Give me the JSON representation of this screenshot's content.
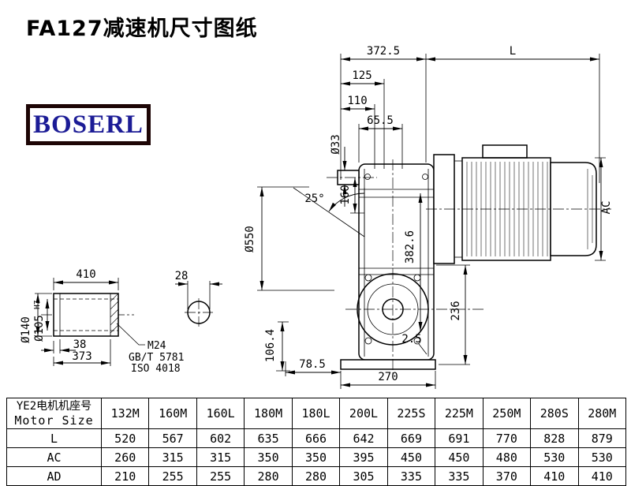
{
  "page": {
    "title": "FA127减速机尺寸图纸"
  },
  "logo": {
    "text": "BOSERL",
    "text_color": "#1c1c96",
    "border_color": "#1d0505"
  },
  "drawing": {
    "dims": {
      "total_width": "372.5",
      "motor_len": "L",
      "d125": "125",
      "d110": "110",
      "d65_5": "65.5",
      "shaft_dia": "Ø33",
      "d160": "160",
      "angle": "25°",
      "swing_dia": "Ø550",
      "d382_6": "382.6",
      "ac": "AC",
      "d236": "236",
      "d2_5": "2.5",
      "d78_5": "78.5",
      "d270": "270",
      "d106_4": "106.4",
      "d410": "410",
      "d28": "28",
      "outer_dia": "Ø140",
      "bore_dia": "Ø105",
      "bore_fit": "H7",
      "d38": "38",
      "d373": "373",
      "thread": "M24",
      "std1": "GB/T 5781",
      "std2": "ISO 4018"
    }
  },
  "table": {
    "header_cn": "YE2电机机座号",
    "header_en": "Motor Size",
    "columns": [
      "132M",
      "160M",
      "160L",
      "180M",
      "180L",
      "200L",
      "225S",
      "225M",
      "250M",
      "280S",
      "280M"
    ],
    "rows": [
      {
        "label": "L",
        "values": [
          "520",
          "567",
          "602",
          "635",
          "666",
          "642",
          "669",
          "691",
          "770",
          "828",
          "879"
        ]
      },
      {
        "label": "AC",
        "values": [
          "260",
          "315",
          "315",
          "350",
          "350",
          "395",
          "450",
          "450",
          "480",
          "530",
          "530"
        ]
      },
      {
        "label": "AD",
        "values": [
          "210",
          "255",
          "255",
          "280",
          "280",
          "305",
          "335",
          "335",
          "370",
          "410",
          "410"
        ]
      }
    ]
  }
}
